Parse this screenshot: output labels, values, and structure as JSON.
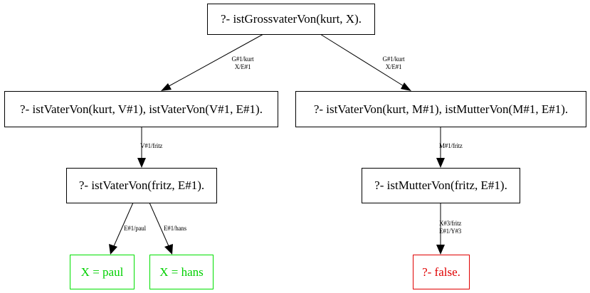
{
  "diagram": {
    "type": "prolog-resolution-tree",
    "colors": {
      "default": "#000000",
      "success": "#00d000",
      "failure": "#e00000"
    },
    "nodes": [
      {
        "id": "root",
        "label": "?- istGrossvaterVon(kurt, X).",
        "status": "default"
      },
      {
        "id": "l1-left",
        "label": "?- istVaterVon(kurt, V#1), istVaterVon(V#1, E#1).",
        "status": "default"
      },
      {
        "id": "l1-right",
        "label": "?- istVaterVon(kurt, M#1), istMutterVon(M#1, E#1).",
        "status": "default"
      },
      {
        "id": "l2-left",
        "label": "?- istVaterVon(fritz, E#1).",
        "status": "default"
      },
      {
        "id": "l2-right",
        "label": "?- istMutterVon(fritz, E#1).",
        "status": "default"
      },
      {
        "id": "leaf-paul",
        "label": "X = paul",
        "status": "success"
      },
      {
        "id": "leaf-hans",
        "label": "X = hans",
        "status": "success"
      },
      {
        "id": "leaf-false",
        "label": "?- false.",
        "status": "failure"
      }
    ],
    "edges": [
      {
        "from": "root",
        "to": "l1-left",
        "label": [
          "G#1/kurt",
          "X/E#1"
        ]
      },
      {
        "from": "root",
        "to": "l1-right",
        "label": [
          "G#1/kurt",
          "X/E#1"
        ]
      },
      {
        "from": "l1-left",
        "to": "l2-left",
        "label": [
          "V#1/fritz"
        ]
      },
      {
        "from": "l1-right",
        "to": "l2-right",
        "label": [
          "M#1/fritz"
        ]
      },
      {
        "from": "l2-left",
        "to": "leaf-paul",
        "label": [
          "E#1/paul"
        ]
      },
      {
        "from": "l2-left",
        "to": "leaf-hans",
        "label": [
          "E#1/hans"
        ]
      },
      {
        "from": "l2-right",
        "to": "leaf-false",
        "label": [
          "X#3/fritz",
          "E#1/Y#3"
        ]
      }
    ]
  }
}
